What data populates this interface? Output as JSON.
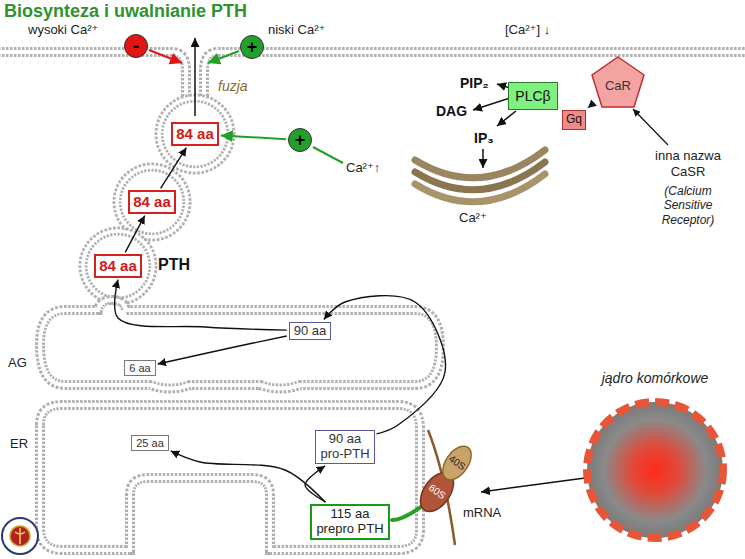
{
  "diagram": {
    "title": "Biosynteza i uwalnianie PTH",
    "nodes": [
      {
        "text": [
          "-"
        ]
      },
      {
        "text": [
          "+"
        ]
      },
      {
        "text": [
          "84 aa"
        ]
      },
      {
        "text": [
          "84 aa"
        ]
      },
      {
        "text": [
          "84 aa"
        ]
      },
      {
        "text": [
          "90 aa"
        ]
      },
      {
        "text": [
          "6 aa"
        ]
      },
      {
        "text": [
          "25 aa"
        ]
      },
      {
        "text": [
          "90 aa",
          "pro-PTH"
        ]
      },
      {
        "text": [
          "115 aa",
          "prepro PTH"
        ]
      },
      {
        "text": [
          "+"
        ]
      },
      {
        "text": [
          "PLCβ"
        ]
      },
      {
        "text": [
          "Gq"
        ]
      },
      {
        "text": [
          "CaR"
        ]
      },
      {
        "text": [
          "60S"
        ]
      },
      {
        "text": [
          "40S"
        ]
      },
      {
        "text": [
          "jądro komórkowe"
        ]
      }
    ],
    "edges": [
      {
        "from": 4,
        "to": 3,
        "arrow": "to"
      },
      {
        "from": 3,
        "to": 2,
        "arrow": "to"
      },
      {
        "from": 5,
        "to": 4,
        "arrow": "to"
      },
      {
        "from": 5,
        "to": 6,
        "arrow": "to"
      },
      {
        "from": 8,
        "to": 5,
        "arrow": "to"
      },
      {
        "from": 9,
        "to": 7,
        "arrow": "to"
      },
      {
        "from": 9,
        "to": 8,
        "arrow": "to"
      },
      {
        "from": 10,
        "to": 2,
        "arrow": "to"
      },
      {
        "from": 13,
        "to": 12,
        "arrow": "to"
      }
    ],
    "labels": [
      "wysoki Ca²⁺",
      "niski Ca²⁺",
      "[Ca²⁺] ↓",
      "fuzja",
      "PTH",
      "PIP₂",
      "DAG",
      "IP₃",
      "Ca²⁺↑",
      "Ca²⁺",
      "inna nazwa CaSR",
      "(Calcium Sensitive Receptor)",
      "AG",
      "ER",
      "mRNA"
    ]
  }
}
